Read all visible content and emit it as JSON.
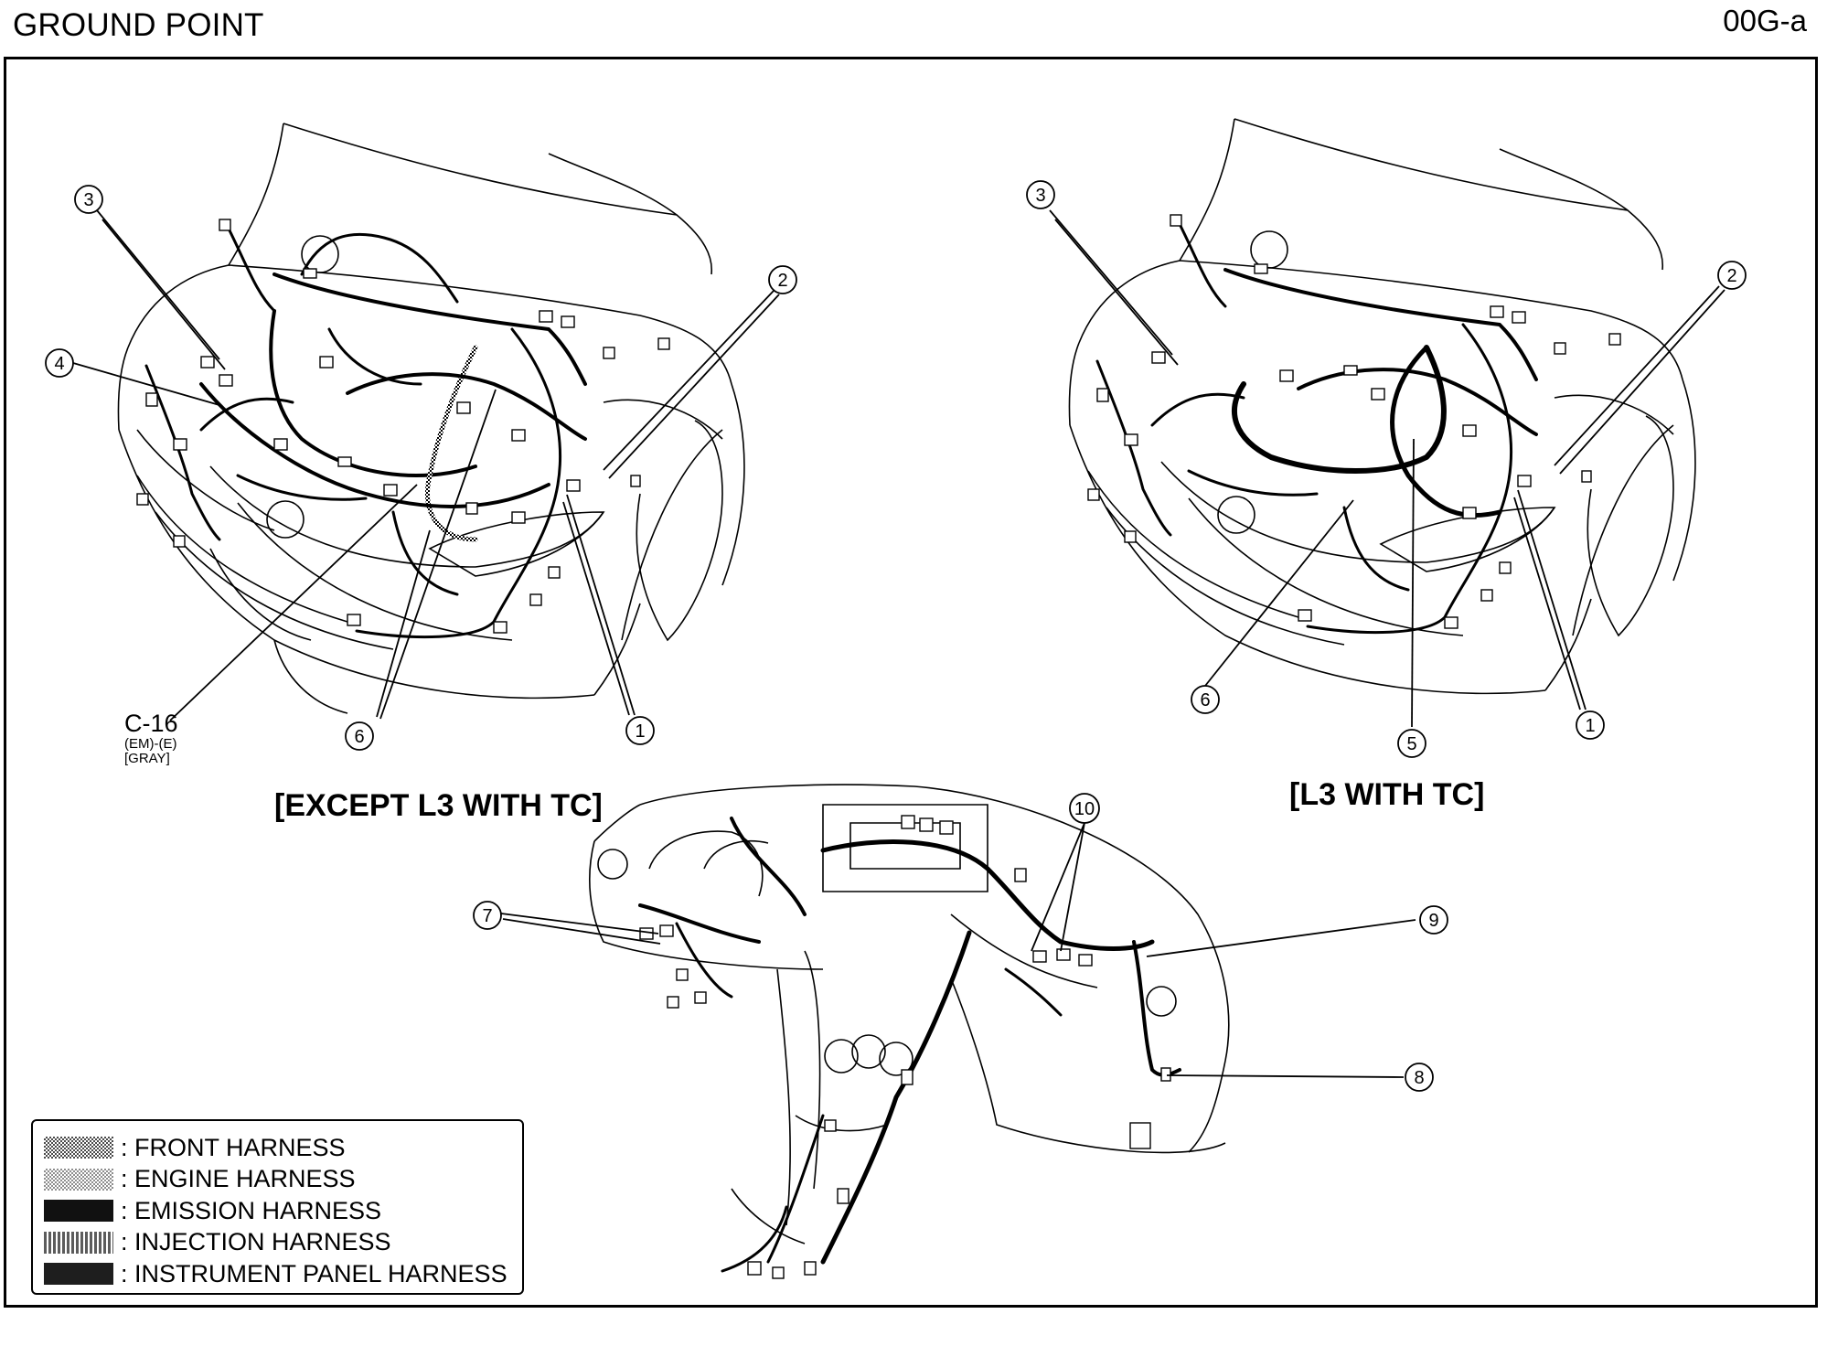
{
  "header": {
    "title": "GROUND POINT",
    "code": "00G-a"
  },
  "captions": {
    "left": "[EXCEPT L3 WITH TC]",
    "right": "[L3 WITH TC]"
  },
  "connector": {
    "id": "C-16",
    "code": "(EM)-(E)",
    "color": "[GRAY]"
  },
  "callouts": {
    "left": [
      "3",
      "4",
      "2",
      "1",
      "6"
    ],
    "right": [
      "3",
      "2",
      "6",
      "5",
      "1"
    ],
    "dash": [
      "7",
      "10",
      "9",
      "8"
    ]
  },
  "legend": [
    {
      "label": ": FRONT HARNESS",
      "swatch": "#4a4a4a",
      "pattern": "checker"
    },
    {
      "label": ": ENGINE HARNESS",
      "swatch": "#8e8e8e",
      "pattern": "checker"
    },
    {
      "label": ": EMISSION HARNESS",
      "swatch": "#111111",
      "pattern": "solid"
    },
    {
      "label": ": INJECTION HARNESS",
      "swatch": "#5c5c5c",
      "pattern": "stripe"
    },
    {
      "label": ": INSTRUMENT PANEL HARNESS",
      "swatch": "#1e1e1e",
      "pattern": "solid"
    }
  ]
}
